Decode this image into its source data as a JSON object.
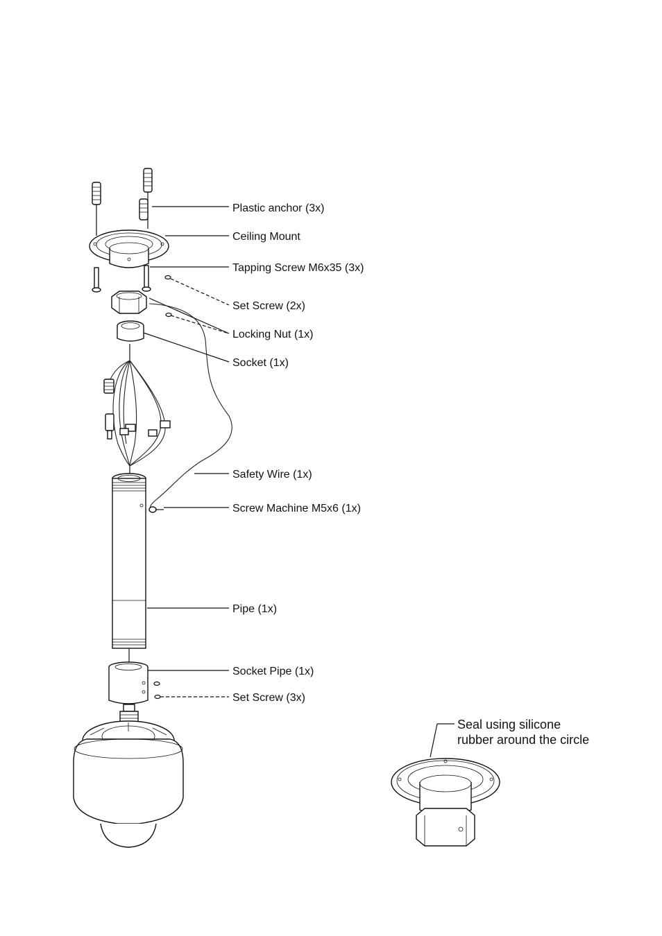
{
  "labels": {
    "plastic_anchor": "Plastic anchor (3x)",
    "ceiling_mount": "Ceiling Mount",
    "tapping_screw": "Tapping Screw M6x35 (3x)",
    "set_screw_top": "Set Screw (2x)",
    "locking_nut": "Locking Nut (1x)",
    "socket": "Socket (1x)",
    "safety_wire": "Safety Wire (1x)",
    "screw_machine": "Screw Machine M5x6 (1x)",
    "pipe": "Pipe (1x)",
    "socket_pipe": "Socket Pipe (1x)",
    "set_screw_bottom": "Set Screw (3x)"
  },
  "seal_note": {
    "line1": "Seal using silicone",
    "line2": "rubber around the circle"
  }
}
